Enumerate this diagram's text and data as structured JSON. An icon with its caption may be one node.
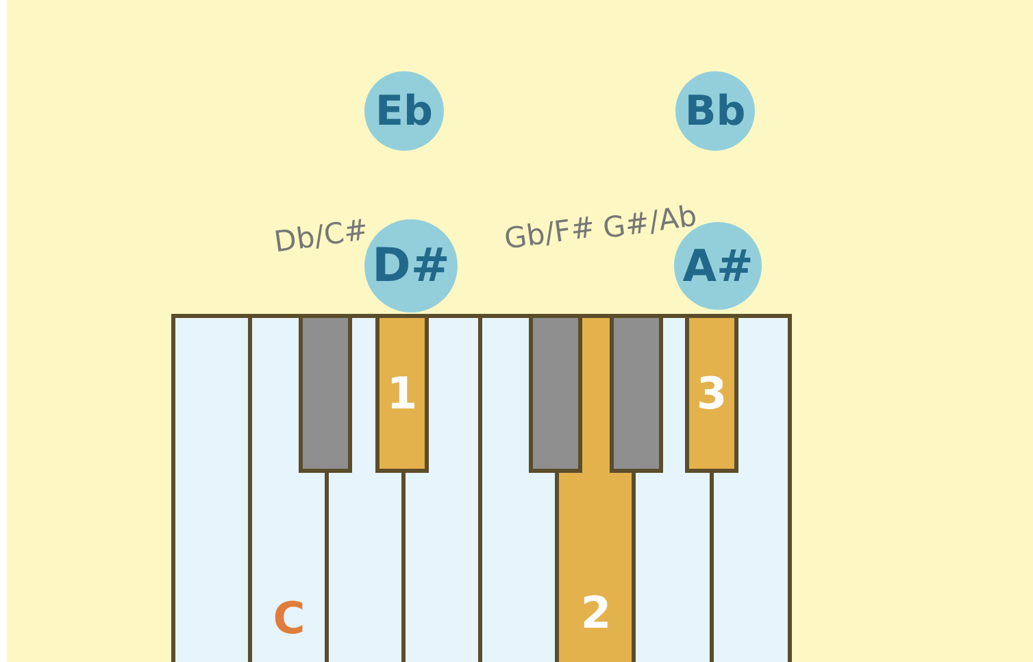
{
  "diagram": {
    "nodes": [
      {
        "text": [
          "Eb"
        ]
      },
      {
        "text": [
          "Bb"
        ]
      },
      {
        "text": [
          "D#"
        ]
      },
      {
        "text": [
          "A#"
        ]
      },
      {
        "text": [],
        "shape": "box"
      },
      {
        "text": [
          "C"
        ]
      },
      {
        "text": [],
        "shape": "box"
      },
      {
        "text": [],
        "shape": "box"
      },
      {
        "text": [],
        "shape": "box"
      },
      {
        "text": [
          "2"
        ]
      },
      {
        "text": [],
        "shape": "box"
      },
      {
        "text": [],
        "shape": "box"
      },
      {
        "text": [],
        "shape": "box"
      },
      {
        "text": [
          "1"
        ]
      },
      {
        "text": [],
        "shape": "box"
      },
      {
        "text": [],
        "shape": "box"
      },
      {
        "text": [
          "3"
        ]
      }
    ],
    "labels": [
      "Db/C#",
      "Gb/F#",
      "G#/Ab"
    ]
  }
}
